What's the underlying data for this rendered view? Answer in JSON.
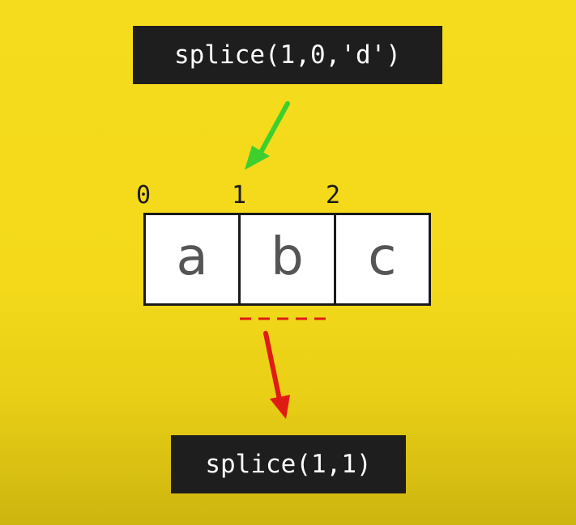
{
  "top_code": "splice(1,0,'d')",
  "bottom_code": "splice(1,1)",
  "indices": [
    "0",
    "1",
    "2"
  ],
  "cells": [
    "a",
    "b",
    "c"
  ],
  "colors": {
    "background": "#f5dc1c",
    "code_box": "#1e1e1e",
    "insert_arrow": "#3ccf2e",
    "remove_arrow": "#e01b14",
    "removed_marker": "#e01b14"
  }
}
